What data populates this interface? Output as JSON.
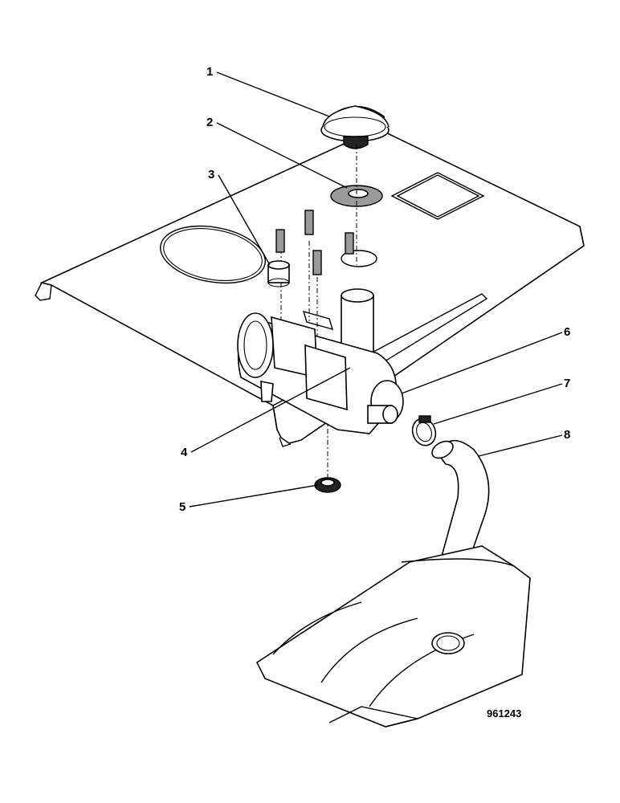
{
  "callouts": [
    {
      "id": "c1",
      "text": "1"
    },
    {
      "id": "c2",
      "text": "2"
    },
    {
      "id": "c3",
      "text": "3"
    },
    {
      "id": "c4",
      "text": "4"
    },
    {
      "id": "c5",
      "text": "5"
    },
    {
      "id": "c6",
      "text": "6"
    },
    {
      "id": "c7",
      "text": "7"
    },
    {
      "id": "c8",
      "text": "8"
    }
  ],
  "drawing_number": "961243"
}
